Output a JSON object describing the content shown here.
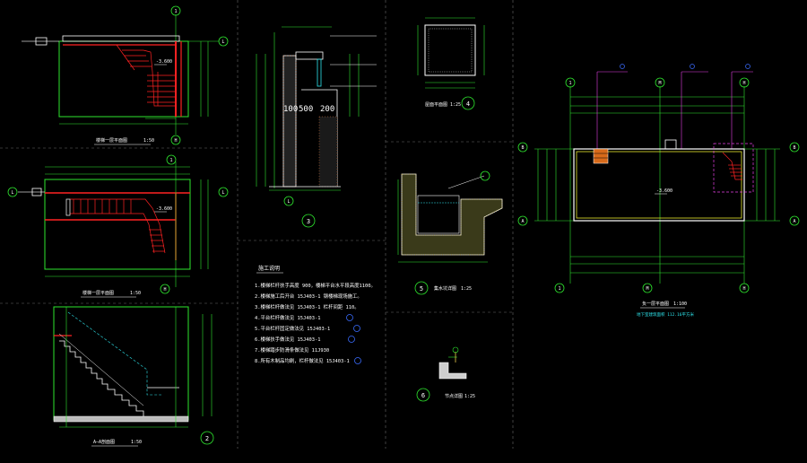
{
  "sheet": {
    "axis_tags": {
      "grid_1": "1",
      "grid_1_lower": "1",
      "grid_l": "L",
      "grid_h": "H",
      "grid_m": "M",
      "grid_b": "B",
      "grid_a": "A"
    },
    "drawing_numbers": {
      "d2": "2",
      "d3": "3",
      "d4": "4",
      "d5": "5",
      "d6": "6"
    },
    "titles": {
      "upper_stair_plan": "楼梯一层平面图",
      "upper_stair_scale": "1:50",
      "mid_stair_plan": "楼梯一层平面图",
      "mid_stair_scale": "1:50",
      "section": "A—A剖面图",
      "section_scale": "1:50",
      "detail4": "屋面平面图",
      "detail4_scale": "1:25",
      "detail5": "集水坑详图",
      "detail5_scale": "1:25",
      "detail6": "节点详图",
      "detail6_scale": "1:25",
      "main_plan": "负一层平面图",
      "main_plan_scale": "1:100",
      "main_plan_note": "地下室建筑面积 112.16平方米"
    },
    "dims3": {
      "a": "100",
      "b": "500",
      "c": "200"
    },
    "levels": {
      "upper": "-3.600",
      "mid": "-3.600",
      "main": "-3.600"
    },
    "notes": {
      "heading": "施工说明",
      "items": [
        "1.楼梯栏杆扶手高度   900，楼梯平台水平段高度1100。",
        "2.楼梯施工后开台   15J403-1  钢楼梯现场施工。",
        "3.楼梯栏杆做法见   15J403-1  栏杆间距  110。",
        "4.平台栏杆做法见   15J403-1",
        "5.平台栏杆固定做法见   15J403-1",
        "6.楼梯扶手做法见   15J403-1",
        "7.楼梯踏步防滑条做法见   11J930",
        "8.所有木制品均刷，栏杆做法见   15J403-1"
      ]
    }
  }
}
